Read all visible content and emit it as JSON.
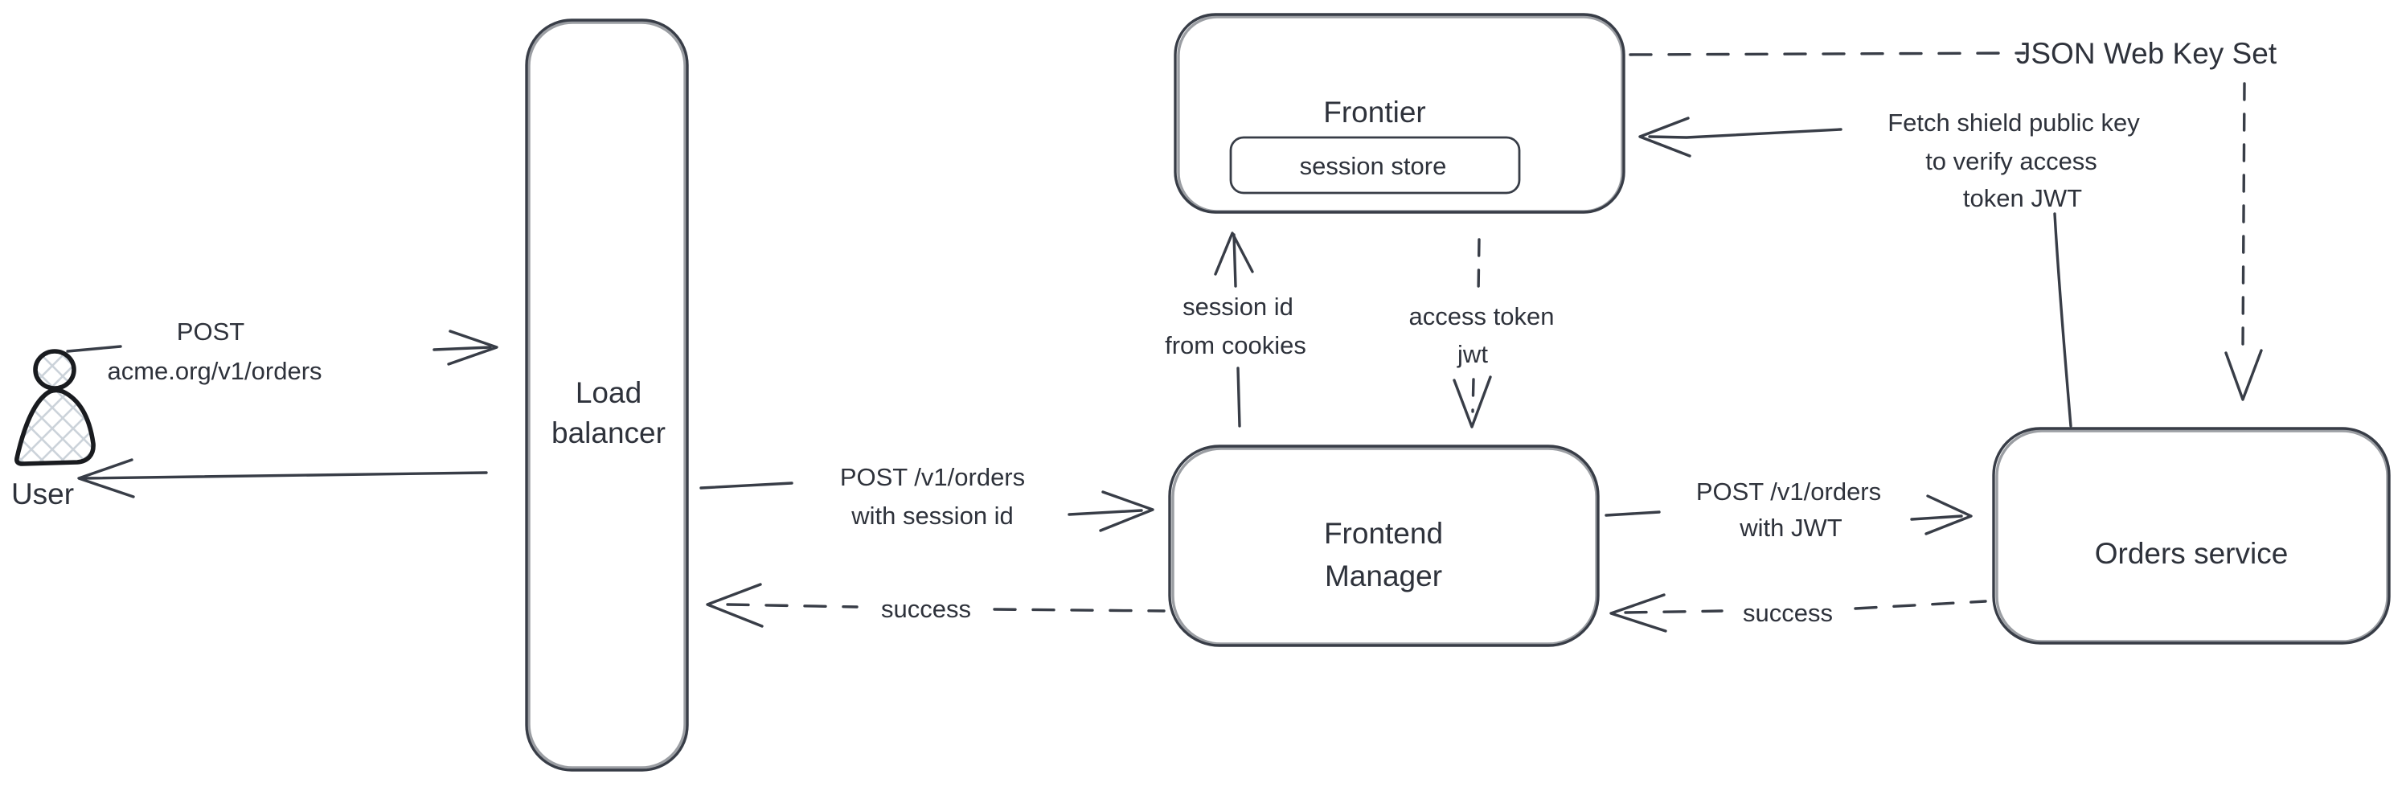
{
  "diagram": {
    "type": "hand-drawn-architecture-diagram",
    "colors": {
      "background": "#ffffff",
      "stroke": "#383d47",
      "text": "#2e323b",
      "user_outline": "#191b1f",
      "user_hatch": "#ccd3da"
    },
    "nodes": {
      "user": {
        "label": "User"
      },
      "load_balancer": {
        "label_line1": "Load",
        "label_line2": "balancer"
      },
      "frontier": {
        "label": "Frontier",
        "session_store_label": "session store"
      },
      "frontend_manager": {
        "label_line1": "Frontend",
        "label_line2": "Manager"
      },
      "orders_service": {
        "label": "Orders service"
      },
      "json_web_key_set": {
        "label": "JSON Web Key Set"
      }
    },
    "arrows": {
      "user_to_lb": {
        "style": "solid",
        "label_line1": "POST",
        "label_line2": "acme.org/v1/orders"
      },
      "lb_to_user": {
        "style": "solid",
        "label": ""
      },
      "lb_to_fm": {
        "style": "solid",
        "label_line1": "POST /v1/orders",
        "label_line2": "with session id"
      },
      "fm_to_lb": {
        "style": "dashed",
        "label": "success"
      },
      "fm_to_frontier": {
        "style": "solid",
        "label_line1": "session id",
        "label_line2": "from cookies"
      },
      "frontier_to_fm": {
        "style": "dashed",
        "label_line1": "access token",
        "label_line2": "jwt"
      },
      "fm_to_orders": {
        "style": "solid",
        "label_line1": "POST /v1/orders",
        "label_line2": "with JWT"
      },
      "orders_to_fm": {
        "style": "dashed",
        "label": "success"
      },
      "orders_to_frontier": {
        "style": "solid",
        "label_line1": "Fetch shield public key",
        "label_line2": "to verify access",
        "label_line3": "token JWT"
      },
      "frontier_to_jwks": {
        "style": "dashed",
        "label": ""
      },
      "jwks_to_orders": {
        "style": "dashed",
        "label": ""
      }
    }
  }
}
